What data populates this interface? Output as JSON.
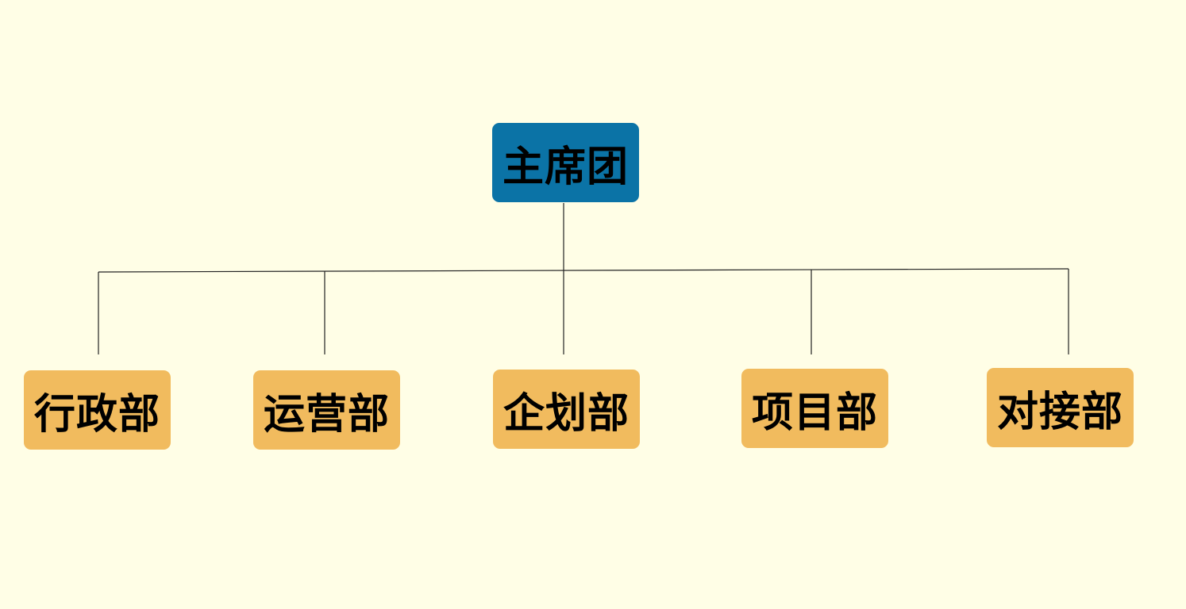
{
  "colors": {
    "background": "#fffee6",
    "root_fill": "#0b73a6",
    "child_fill": "#f1bb5e",
    "connector": "#222222",
    "text": "#000000"
  },
  "root": {
    "label": "主席团"
  },
  "children": [
    {
      "label": "行政部"
    },
    {
      "label": "运营部"
    },
    {
      "label": "企划部"
    },
    {
      "label": "项目部"
    },
    {
      "label": "对接部"
    }
  ]
}
